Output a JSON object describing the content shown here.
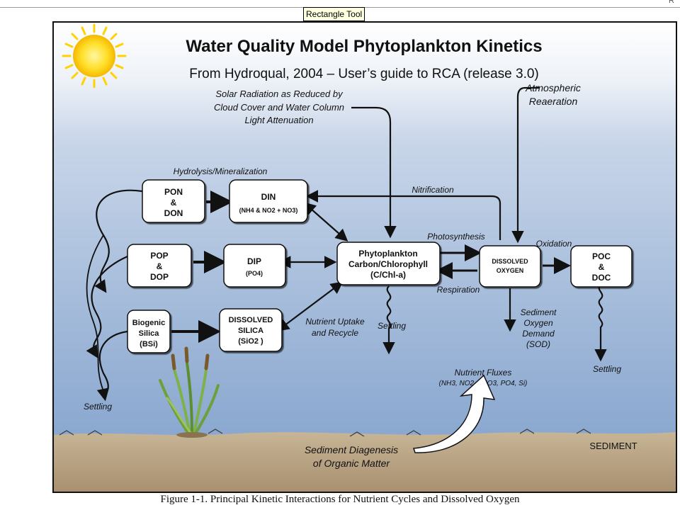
{
  "window": {
    "corner_text": "R",
    "tooltip": "Rectangle Tool"
  },
  "figure": {
    "title": "Water Quality Model Phytoplankton Kinetics",
    "subtitle": "From Hydroqual, 2004 – User’s guide to RCA (release 3.0)",
    "caption": "Figure 1-1.  Principal Kinetic Interactions for Nutrient Cycles and Dissolved Oxygen",
    "colors": {
      "sky_top": "#ffffff",
      "water_mid": "#a9bfdc",
      "water_deep": "#7f9fcb",
      "sediment": "#b8a384",
      "box_fill": "#ffffff",
      "line": "#111111",
      "sun": "#ffd200"
    },
    "labels": {
      "solar_line1": "Solar Radiation as Reduced by",
      "solar_line2": "Cloud Cover and Water Column",
      "solar_line3": "Light Attenuation",
      "atmos_line1": "Atmospheric",
      "atmos_line2": "Reaeration",
      "hydrolysis": "Hydrolysis/Mineralization",
      "nitrification": "Nitrification",
      "photosynthesis": "Photosynthesis",
      "respiration": "Respiration",
      "oxidation": "Oxidation",
      "uptake_line1": "Nutrient Uptake",
      "uptake_line2": "and Recycle",
      "settling_phyto": "Settling",
      "settling_left": "Settling",
      "settling_poc": "Settling",
      "sod_line1": "Sediment",
      "sod_line2": "Oxygen",
      "sod_line3": "Demand",
      "sod_line4": "(SOD)",
      "fluxes_line1": "Nutrient Fluxes",
      "fluxes_line2": "(NH3, NO2 + NO3, PO4, Si)",
      "diagenesis_line1": "Sediment Diagenesis",
      "diagenesis_line2": "of Organic Matter",
      "sediment": "SEDIMENT"
    },
    "boxes": {
      "pon": [
        "PON",
        "&",
        "DON"
      ],
      "din": [
        "DIN",
        "(NH4 & NO2 + NO3)"
      ],
      "pop": [
        "POP",
        "&",
        "DOP"
      ],
      "dip": [
        "DIP",
        "(PO4)"
      ],
      "bsi": [
        "Biogenic",
        "Silica",
        "(BSi)"
      ],
      "dsi": [
        "DISSOLVED",
        "SILICA",
        "(SiO2 )"
      ],
      "phyto": [
        "Phytoplankton",
        "Carbon/Chlorophyll",
        "(C/Chl-a)"
      ],
      "do": [
        "DISSOLVED",
        "OXYGEN"
      ],
      "poc": [
        "POC",
        "&",
        "DOC"
      ]
    }
  }
}
